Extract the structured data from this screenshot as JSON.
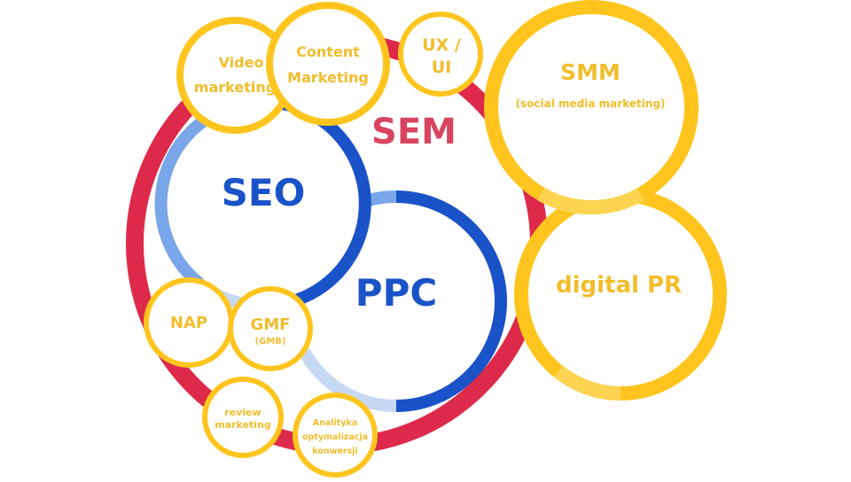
{
  "colors": {
    "sem_red": "#DE2A4A",
    "sem_text": "#D94560",
    "seo_blue": "#1A52C8",
    "seo_light": "#79A6E8",
    "seo_pale": "#C7D8F4",
    "gold": "#FFC51E",
    "gold_light": "#FDD452",
    "gold_text": "#F2BD2B",
    "white": "#FFFFFF"
  },
  "sem": {
    "label": "SEM"
  },
  "seo": {
    "label": "SEO"
  },
  "ppc": {
    "label": "PPC"
  },
  "video_marketing": {
    "line1": "Video",
    "line2": "marketing"
  },
  "content_marketing": {
    "line1": "Content",
    "line2": "Marketing"
  },
  "ux_ui": {
    "line1": "UX /",
    "line2": "UI"
  },
  "smm": {
    "line1": "SMM",
    "line2": "(social media marketing)"
  },
  "digital_pr": {
    "label": "digital PR"
  },
  "nap": {
    "label": "NAP"
  },
  "gmf": {
    "line1": "GMF",
    "line2": "(GMB)"
  },
  "review_marketing": {
    "line1": "review",
    "line2": "marketing"
  },
  "analityka": {
    "line1": "Analityka",
    "line2": "optymalizacja",
    "line3": "konwersji"
  }
}
